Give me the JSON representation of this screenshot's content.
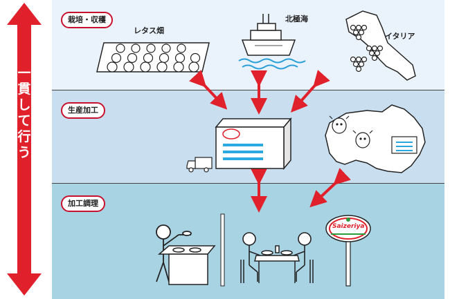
{
  "vertical_label": [
    "一",
    "貫",
    "し",
    "て",
    "行",
    "う"
  ],
  "sections": {
    "cultivation": {
      "title": "栽培・収穫"
    },
    "production": {
      "title": "生産加工"
    },
    "cooking": {
      "title": "加工調理"
    }
  },
  "places": {
    "lettuce_field": "レタス畑",
    "north_sea": "北極海",
    "italy": "イタリア"
  },
  "brand": {
    "logo_text": "Saizeriya"
  },
  "colors": {
    "panel_top": "#eaf2fb",
    "panel_middle": "#c9dff0",
    "panel_bottom": "#a8d3e2",
    "accent_red": "#e0202a"
  }
}
